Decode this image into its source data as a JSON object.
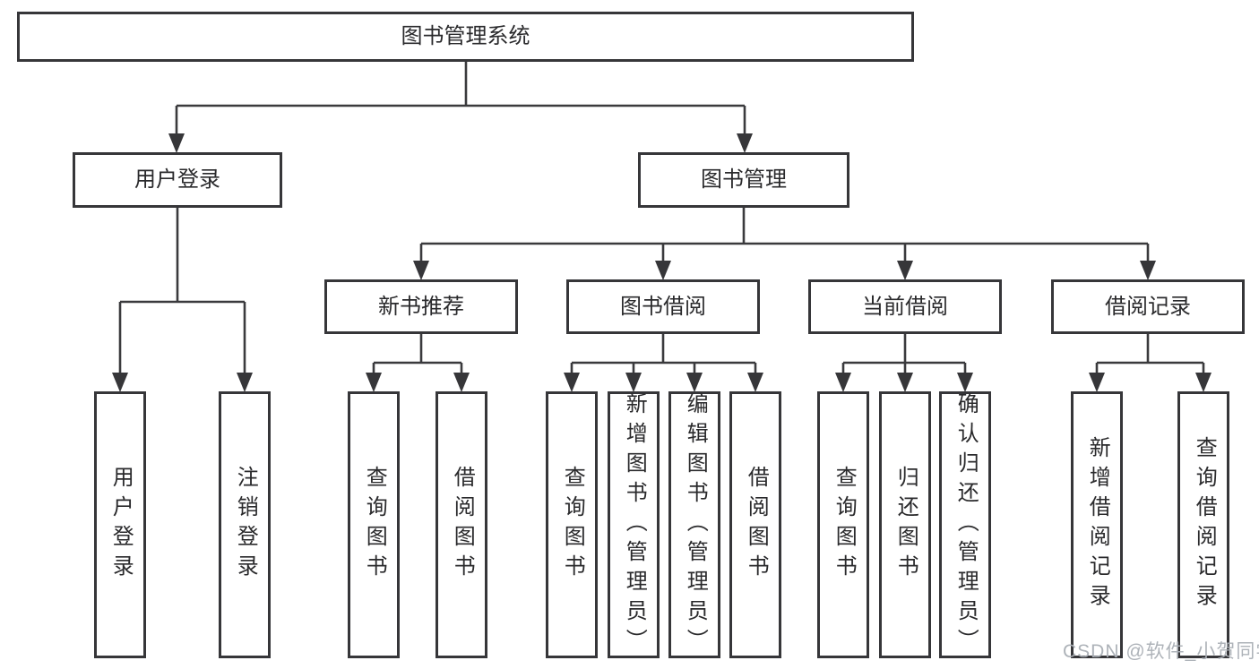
{
  "diagram": {
    "root": "图书管理系统",
    "level2": [
      "用户登录",
      "图书管理"
    ],
    "level3": [
      "新书推荐",
      "图书借阅",
      "当前借阅",
      "借阅记录"
    ],
    "leaves": {
      "login": [
        "用户登录",
        "注销登录"
      ],
      "recommend": [
        "查询图书",
        "借阅图书"
      ],
      "borrow": [
        "查询图书",
        "新增图书（管理员）",
        "编辑图书（管理员）",
        "借阅图书"
      ],
      "current": [
        "查询图书",
        "归还图书",
        "确认归还（管理员）"
      ],
      "records": [
        "新增借阅记录",
        "查询借阅记录"
      ]
    }
  },
  "watermark": "CSDN @软件_小贺同学",
  "colors": {
    "line": "#3a3a3d",
    "text": "#2a2a2c",
    "watermark": "#aaafb5",
    "background": "#ffffff"
  }
}
